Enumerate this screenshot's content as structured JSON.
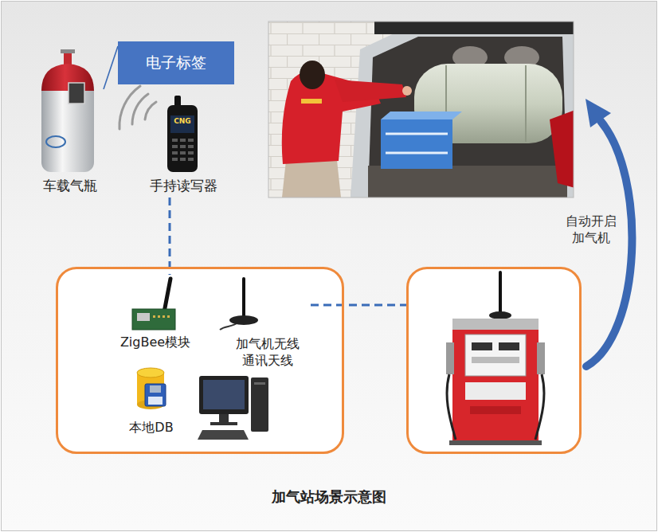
{
  "diagram": {
    "caption": "加气站场景示意图",
    "nodes": [
      {
        "text": [
          "电子标签"
        ]
      },
      {
        "text": [
          "车载气瓶"
        ]
      },
      {
        "text": [
          "手持读写器"
        ]
      },
      {
        "text": []
      },
      {
        "text": [
          "ZigBee模块"
        ],
        "in": 3
      },
      {
        "text": [
          "加气机无线 通讯天线"
        ],
        "in": 3
      },
      {
        "text": [
          "本地DB"
        ],
        "in": 3
      },
      {
        "text": []
      }
    ],
    "edges": [
      {
        "from": 0,
        "to": 1,
        "arrow": "none"
      },
      {
        "from": 2,
        "to": 4,
        "arrow": "none"
      },
      {
        "from": 5,
        "to": 7,
        "arrow": "none"
      }
    ],
    "labels": [
      "自动开启 加气机",
      "CNG"
    ]
  }
}
